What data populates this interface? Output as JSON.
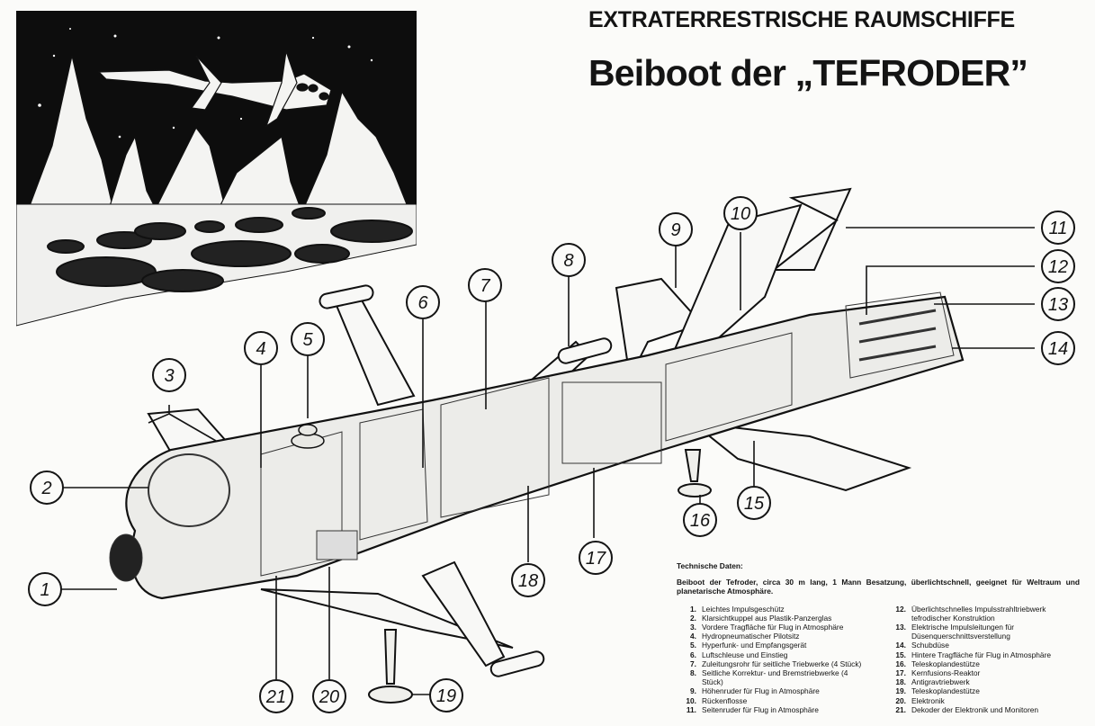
{
  "header": {
    "kicker": "EXTRATERRESTRISCHE RAUMSCHIFFE",
    "title": "Beiboot der „TEFRODER”"
  },
  "illustrations": {
    "scene": "lunar-landscape-with-spaceship-in-flight",
    "cutaway": "spaceship-cutaway-diagram"
  },
  "callouts": [
    "1",
    "2",
    "3",
    "4",
    "5",
    "6",
    "7",
    "8",
    "9",
    "10",
    "11",
    "12",
    "13",
    "14",
    "15",
    "16",
    "17",
    "18",
    "19",
    "20",
    "21"
  ],
  "tech": {
    "heading": "Technische Daten:",
    "intro": "Beiboot der Tefroder, circa 30 m lang, 1 Mann Besatzung, überlichtschnell, geeignet für Weltraum und planetarische Atmosphäre.",
    "items": [
      {
        "num": "1.",
        "text": "Leichtes Impulsgeschütz"
      },
      {
        "num": "2.",
        "text": "Klarsichtkuppel aus Plastik-Panzerglas"
      },
      {
        "num": "3.",
        "text": "Vordere Tragfläche für Flug in Atmosphäre"
      },
      {
        "num": "4.",
        "text": "Hydropneumatischer Pilotsitz"
      },
      {
        "num": "5.",
        "text": "Hyperfunk- und Empfangsgerät"
      },
      {
        "num": "6.",
        "text": "Luftschleuse und Einstieg"
      },
      {
        "num": "7.",
        "text": "Zuleitungsrohr für seitliche Triebwerke (4 Stück)"
      },
      {
        "num": "8.",
        "text": "Seitliche Korrektur- und Bremstriebwerke (4 Stück)"
      },
      {
        "num": "9.",
        "text": "Höhenruder für Flug in Atmosphäre"
      },
      {
        "num": "10.",
        "text": "Rückenflosse"
      },
      {
        "num": "11.",
        "text": "Seitenruder für Flug in Atmosphäre"
      },
      {
        "num": "12.",
        "text": "Überlichtschnelles Impulsstrahltriebwerk tefrodischer Konstruktion"
      },
      {
        "num": "13.",
        "text": "Elektrische Impulsleitungen für Düsenquerschnittsverstellung"
      },
      {
        "num": "14.",
        "text": "Schubdüse"
      },
      {
        "num": "15.",
        "text": "Hintere Tragfläche für Flug in Atmosphäre"
      },
      {
        "num": "16.",
        "text": "Teleskoplandestütze"
      },
      {
        "num": "17.",
        "text": "Kernfusions-Reaktor"
      },
      {
        "num": "18.",
        "text": "Antigravtriebwerk"
      },
      {
        "num": "19.",
        "text": "Teleskoplandestütze"
      },
      {
        "num": "20.",
        "text": "Elektronik"
      },
      {
        "num": "21.",
        "text": "Dekoder der Elektronik und Monitoren"
      }
    ]
  }
}
